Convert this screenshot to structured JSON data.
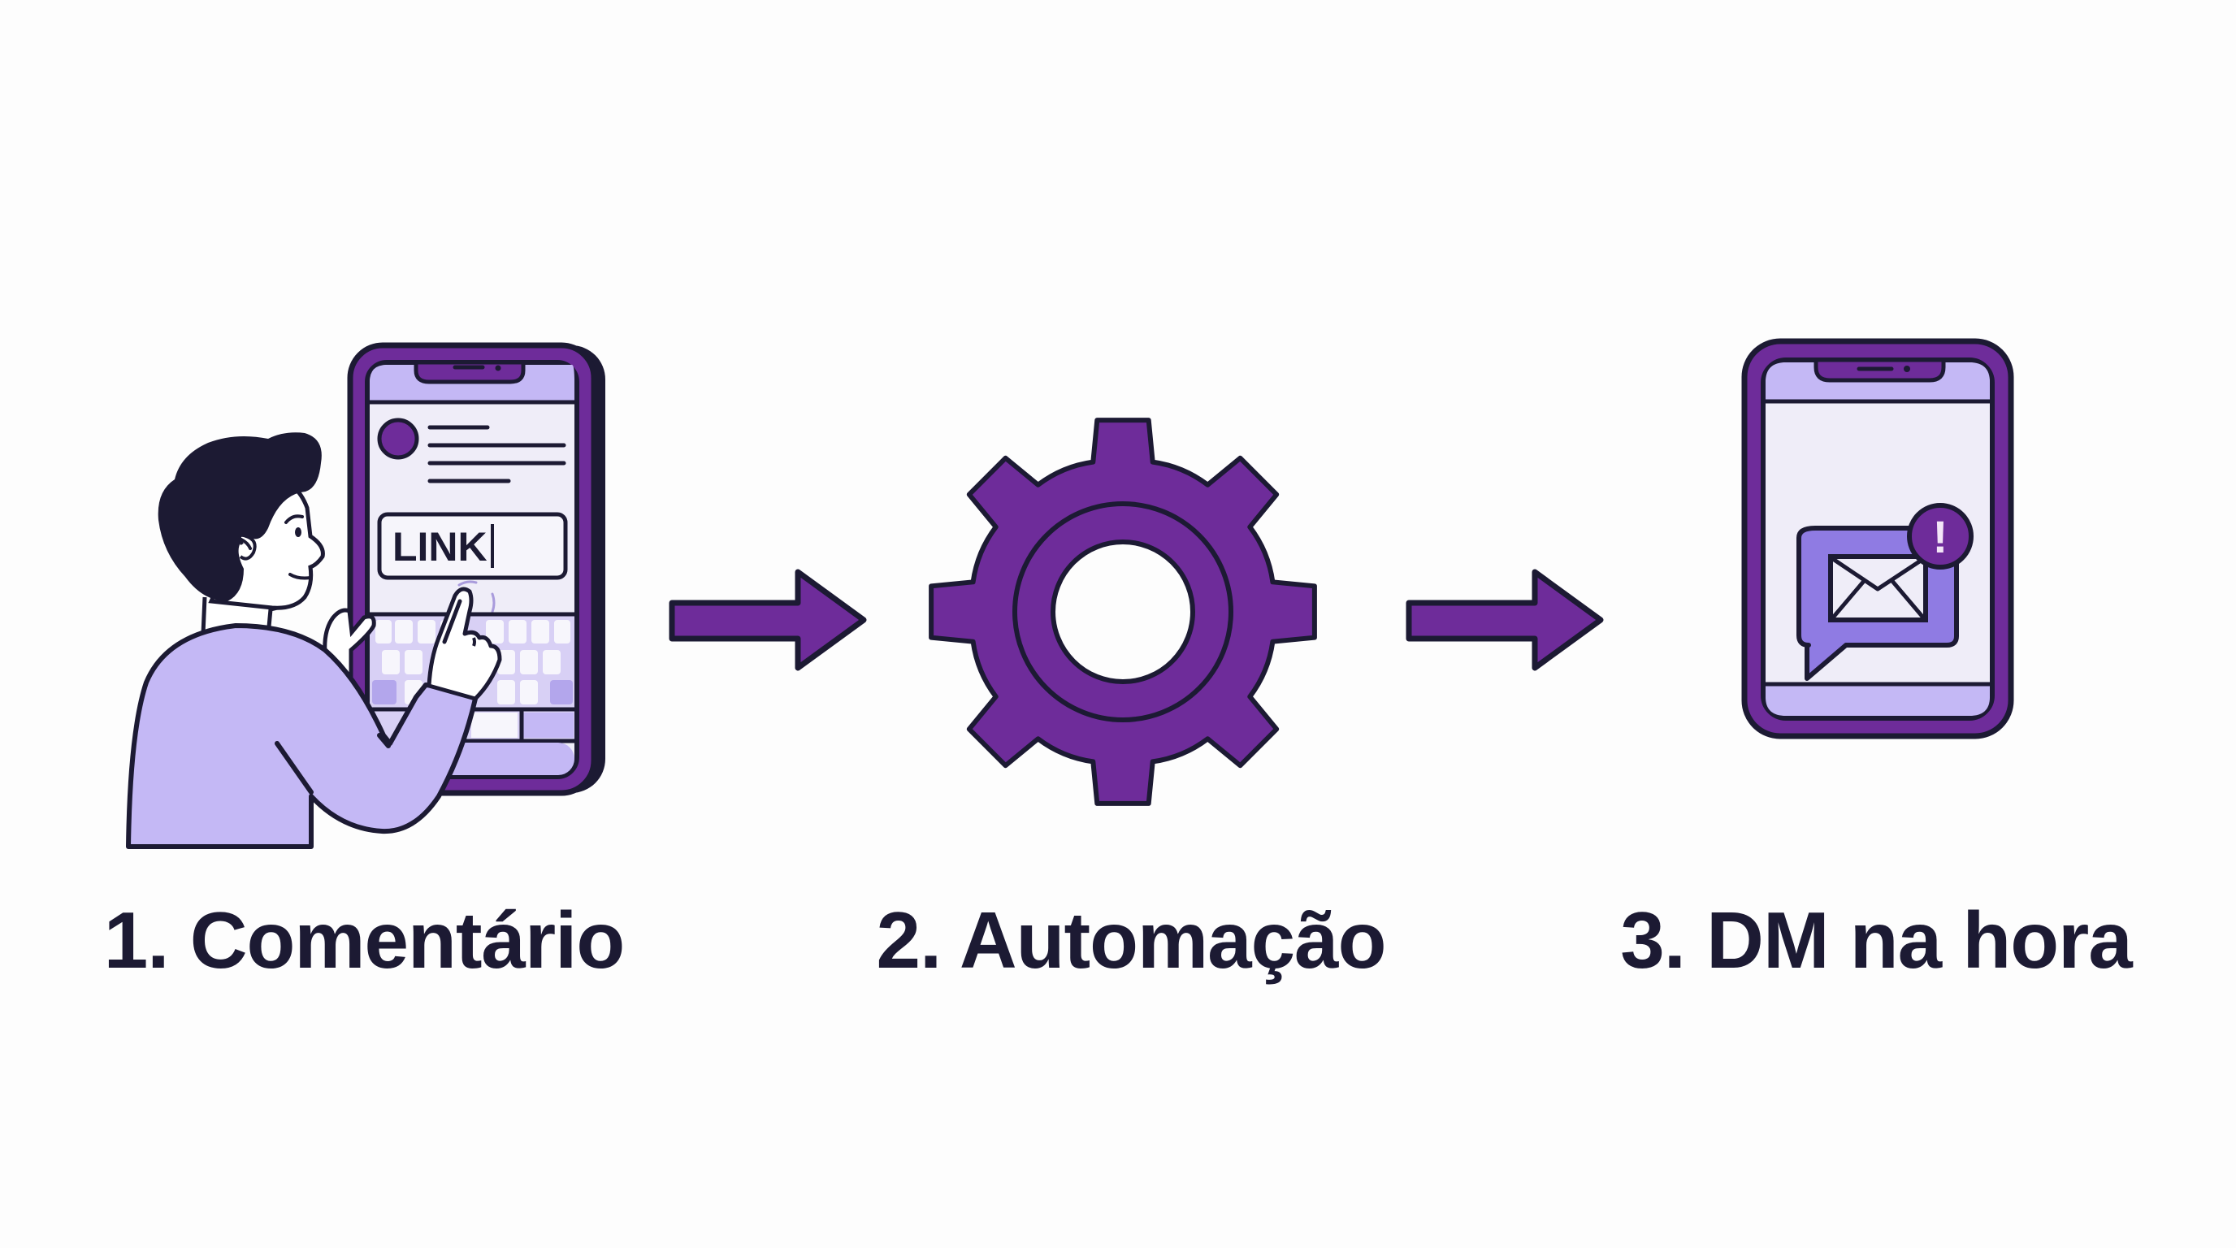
{
  "diagram": {
    "type": "process-flow",
    "direction": "left-to-right",
    "colors": {
      "primary_purple": "#6e2c9a",
      "outline_dark": "#1c1a33",
      "lavender": "#c4b8f5",
      "screen_bg": "#efedf8",
      "bubble_purple": "#8f7be3",
      "key_white": "#f7f6fc",
      "key_accent": "#b3a6ec",
      "badge_mark": "#f3e6f7",
      "background": "#fdfdfd"
    },
    "steps": [
      {
        "label": "1. Comentário",
        "illustration": "person-typing-on-phone",
        "phone_input_text": "LINK"
      },
      {
        "label": "2. Automação",
        "illustration": "gear-icon"
      },
      {
        "label": "3. DM na hora",
        "illustration": "phone-with-message-notification",
        "badge_symbol": "!"
      }
    ],
    "connectors": [
      {
        "from": 1,
        "to": 2,
        "icon": "arrow-right-icon"
      },
      {
        "from": 2,
        "to": 3,
        "icon": "arrow-right-icon"
      }
    ]
  }
}
